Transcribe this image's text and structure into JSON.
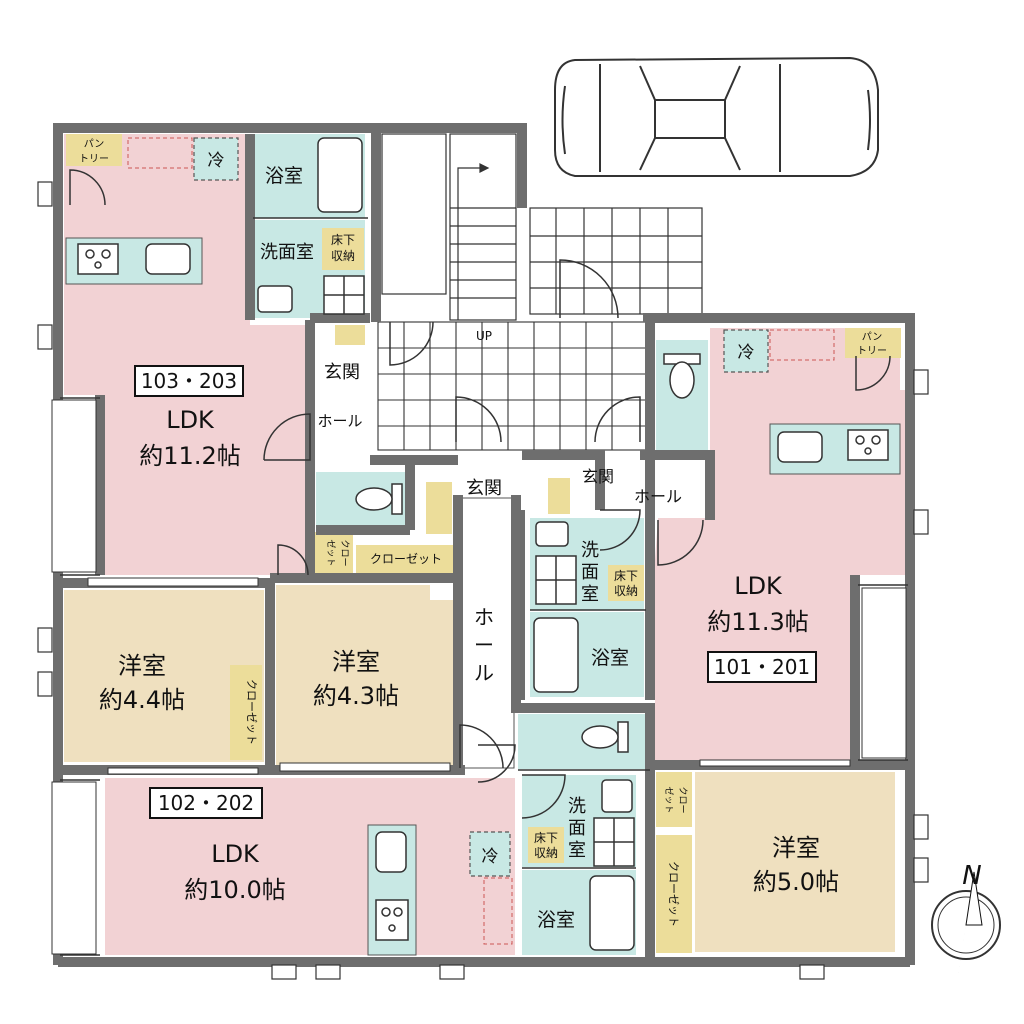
{
  "colors": {
    "wall": "#6e6e6e",
    "ldk": "#f2d2d4",
    "western": "#efe0bf",
    "wet": "#c8e8e4",
    "closet": "#ecdd9a",
    "entry": "#f2f2f2",
    "tile_line": "#333333"
  },
  "units": {
    "u103": {
      "id_label": "103・203",
      "room": "LDK",
      "size": "約11.2帖"
    },
    "u101": {
      "id_label": "101・201",
      "room": "LDK",
      "size": "約11.3帖"
    },
    "u102": {
      "id_label": "102・202",
      "room": "LDK",
      "size": "約10.0帖"
    }
  },
  "rooms": {
    "western_a": {
      "name": "洋室",
      "size": "約4.4帖"
    },
    "western_b": {
      "name": "洋室",
      "size": "約4.3帖"
    },
    "western_c": {
      "name": "洋室",
      "size": "約5.0帖"
    }
  },
  "labels": {
    "bath": "浴室",
    "washroom_h": "洗面室",
    "washroom_v": [
      "洗",
      "面",
      "室"
    ],
    "underfloor": [
      "床下",
      "収納"
    ],
    "pantry": [
      "パン",
      "トリー"
    ],
    "fridge": "冷",
    "entrance": "玄関",
    "hall_h": "ホール",
    "hall_v": [
      "ホ",
      "ー",
      "ル"
    ],
    "closet_h": "クローゼット",
    "closet_v": "クローゼット",
    "closet_small": [
      "クロー",
      "ゼット"
    ],
    "up": "UP",
    "north": "N"
  },
  "icons": [
    "car-icon",
    "compass-icon",
    "stove-icon",
    "sink-icon",
    "toilet-icon",
    "bathtub-icon",
    "washing-machine-icon",
    "door-swing-icon",
    "stairs-icon"
  ]
}
